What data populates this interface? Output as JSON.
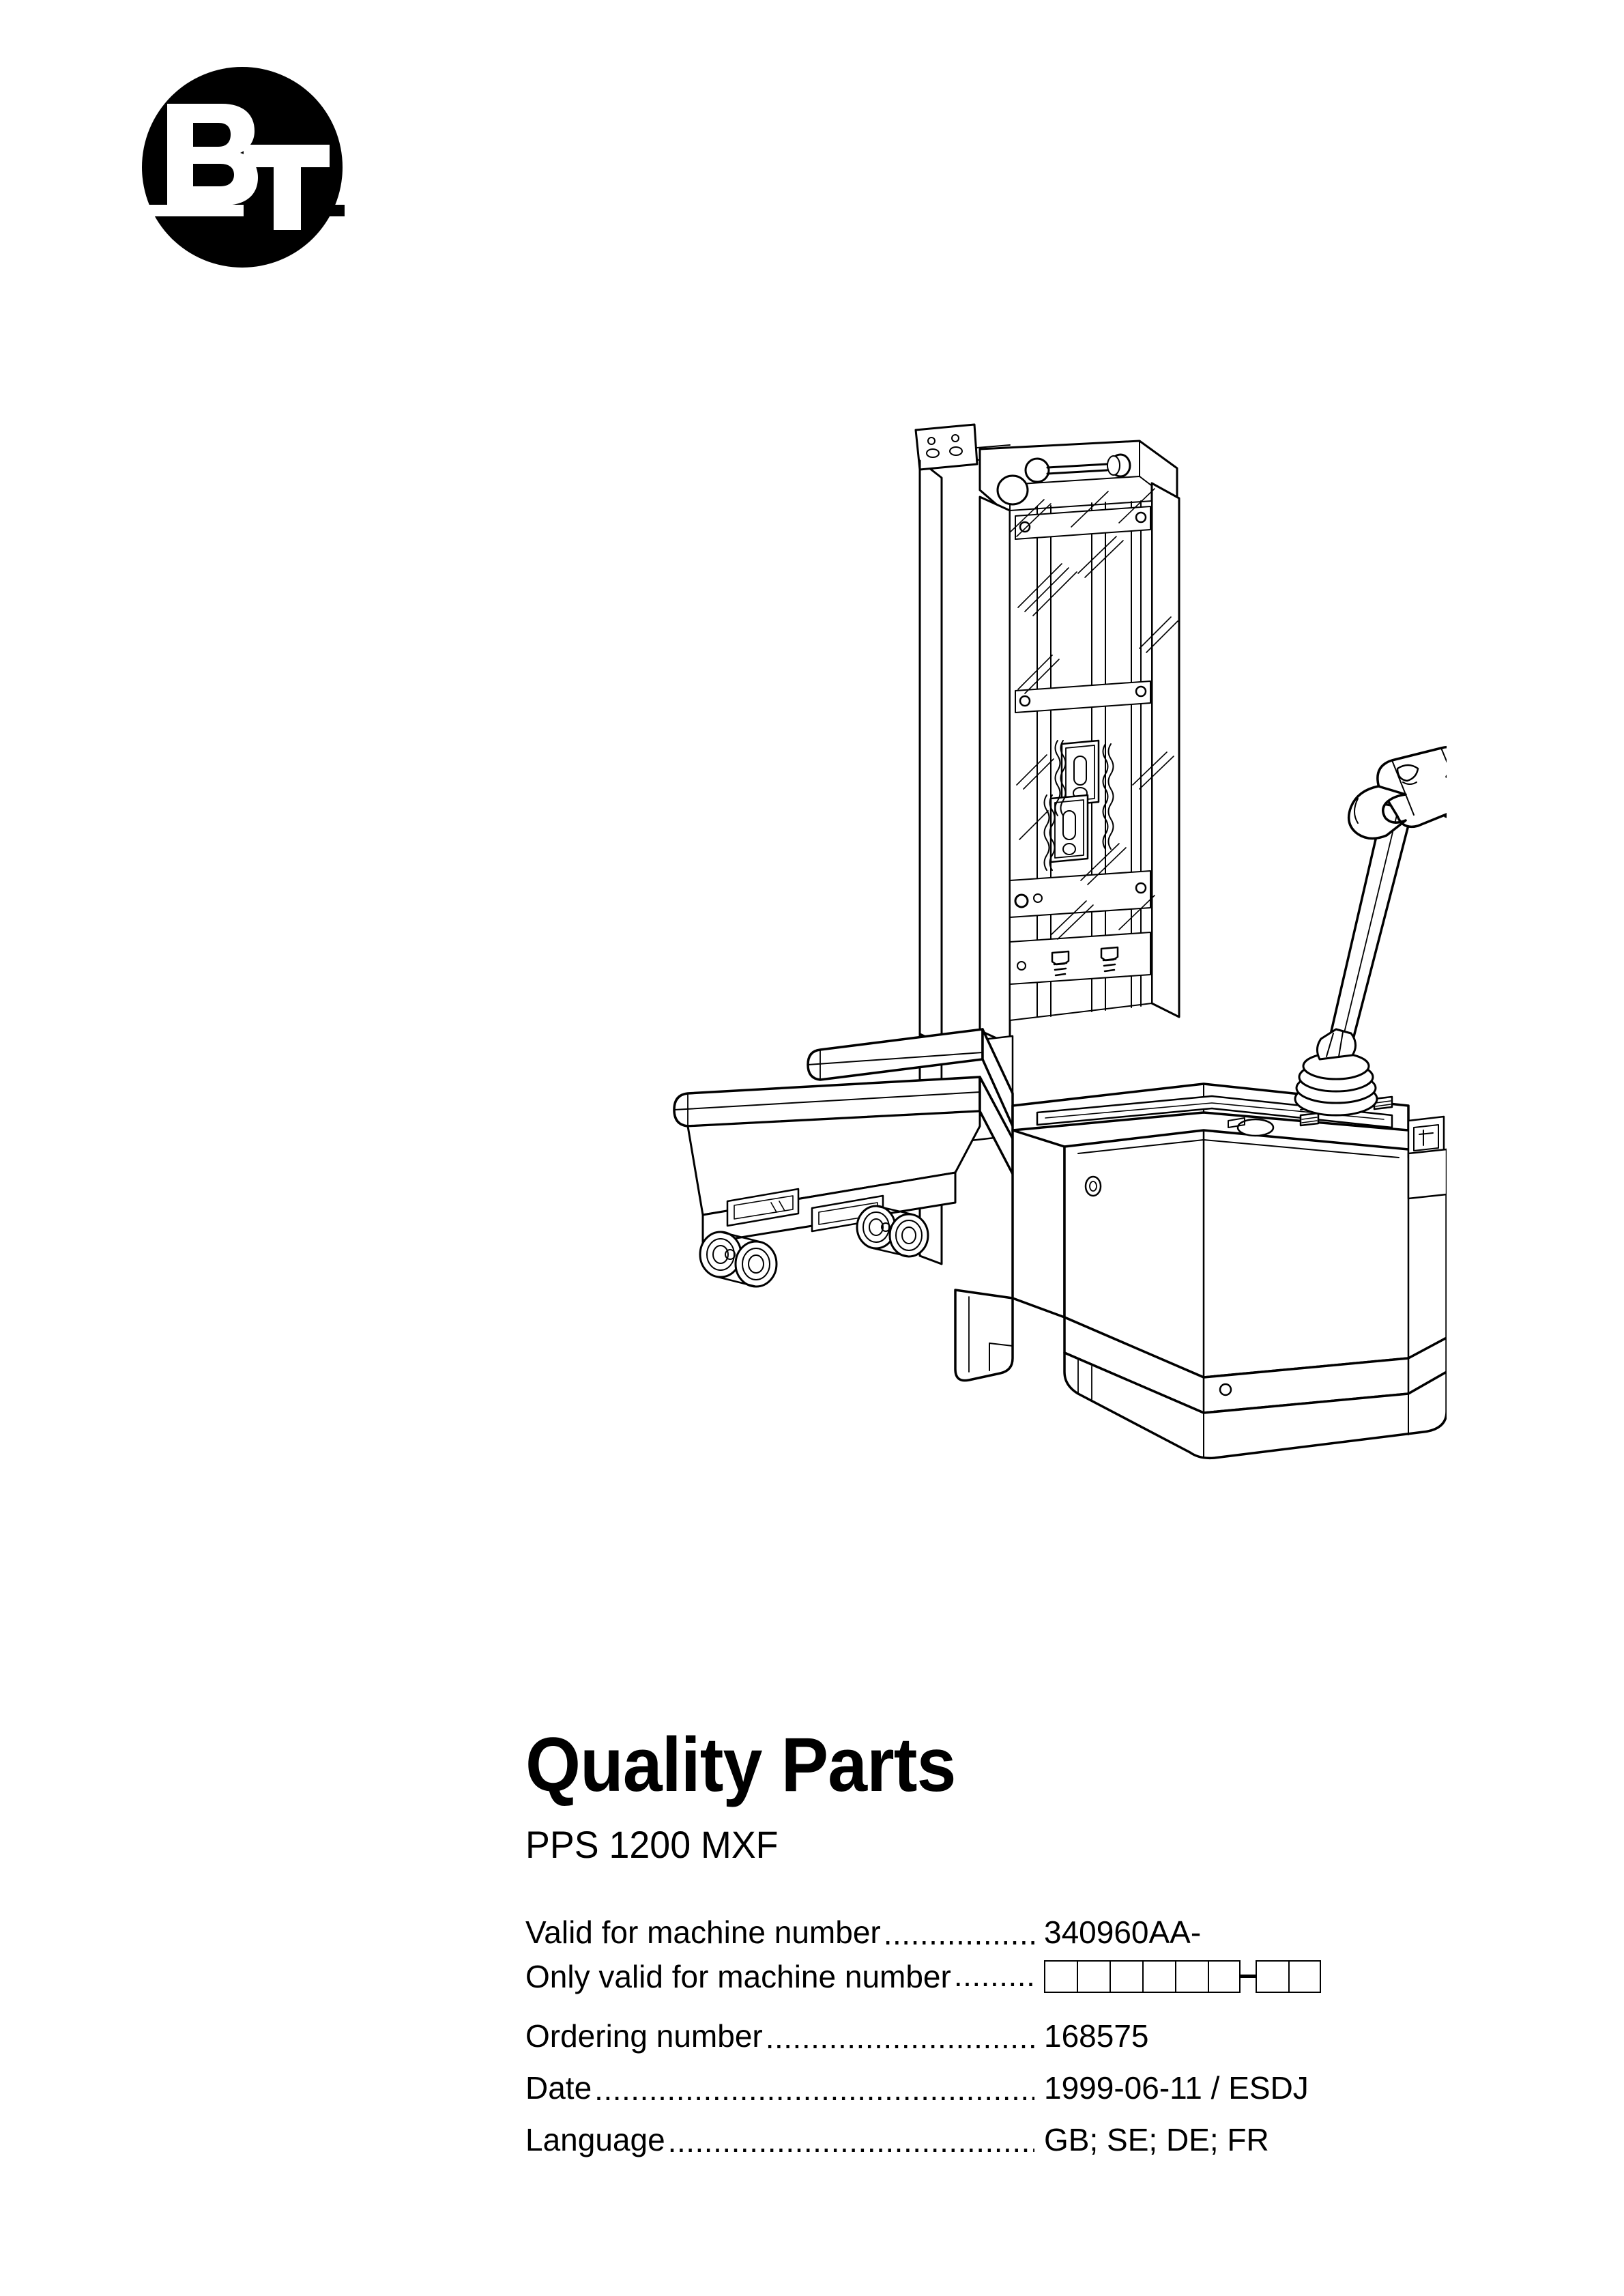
{
  "document": {
    "brand": "BT",
    "title": "Quality Parts",
    "model": "PPS 1200 MXF"
  },
  "illustration": {
    "name": "pps-1200-mxf-pallet-stacker-line-drawing",
    "caption": "PPS 1200 MXF electric pallet stacker technical line drawing"
  },
  "specs": [
    {
      "label": "Valid for machine number",
      "value": "340960AA-",
      "type": "text"
    },
    {
      "label": "Only valid for machine number",
      "value": "",
      "type": "boxes"
    },
    {
      "label": "Ordering number",
      "value": "168575",
      "type": "text"
    },
    {
      "label": "Date",
      "value": "1999-06-11 / ESDJ",
      "type": "text"
    },
    {
      "label": "Language",
      "value": "GB; SE; DE; FR",
      "type": "text"
    }
  ],
  "machine_number_boxes": {
    "group_one_count": 6,
    "group_two_count": 2,
    "separator": "-"
  },
  "colors": {
    "ink": "#000000",
    "paper": "#ffffff"
  }
}
